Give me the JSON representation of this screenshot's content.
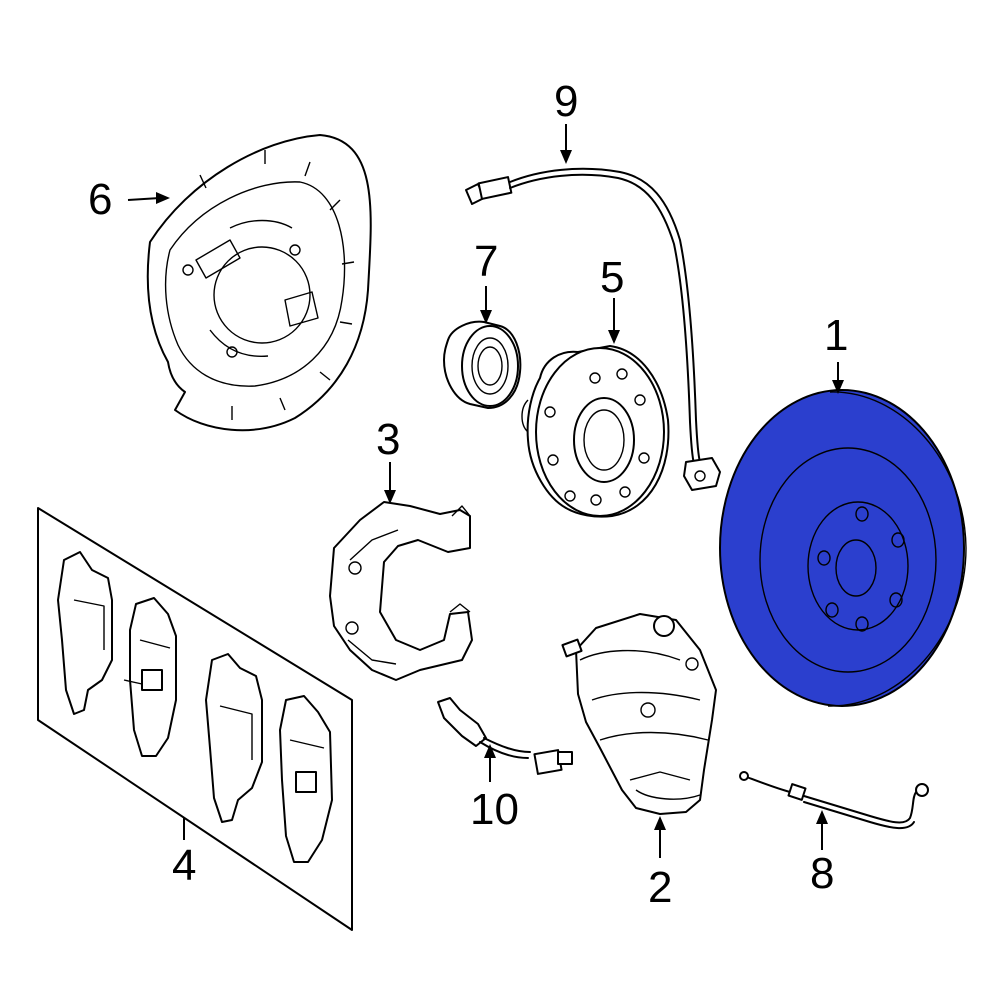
{
  "diagram": {
    "callouts": [
      {
        "id": "1",
        "label": "1"
      },
      {
        "id": "2",
        "label": "2"
      },
      {
        "id": "3",
        "label": "3"
      },
      {
        "id": "4",
        "label": "4"
      },
      {
        "id": "5",
        "label": "5"
      },
      {
        "id": "6",
        "label": "6"
      },
      {
        "id": "7",
        "label": "7"
      },
      {
        "id": "8",
        "label": "8"
      },
      {
        "id": "9",
        "label": "9"
      },
      {
        "id": "10",
        "label": "10"
      }
    ],
    "highlight_color": "#2b3fce",
    "line_color": "#000000",
    "background_color": "#ffffff"
  }
}
